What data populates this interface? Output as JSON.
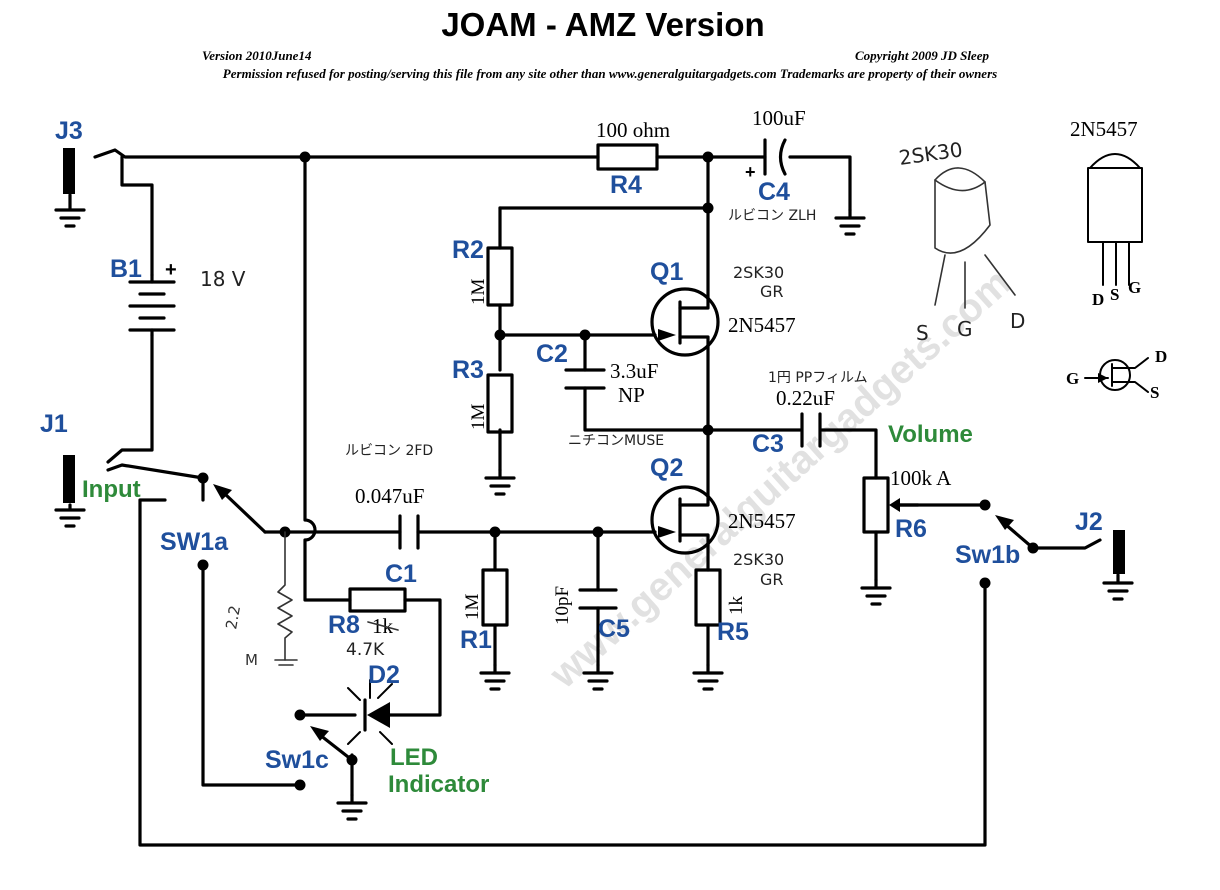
{
  "header": {
    "title": "JOAM  -  AMZ Version",
    "version": "Version 2010June14",
    "copyright": "Copyright 2009 JD Sleep",
    "permission": "Permission refused for posting/serving this file from any site other than www.generalguitargadgets.com Trademarks are property of their owners"
  },
  "watermark": "www.generalguitargadgets.com",
  "jacks": {
    "j1": "J1",
    "j2": "J2",
    "j3": "J3",
    "input": "Input"
  },
  "battery": {
    "label": "B1",
    "plus": "+",
    "hand_note": "18 V"
  },
  "switches": {
    "sw1a": "SW1a",
    "sw1b": "Sw1b",
    "sw1c": "Sw1c"
  },
  "resistors": {
    "r1": {
      "label": "R1",
      "value": "1M"
    },
    "r2": {
      "label": "R2",
      "value": "1M"
    },
    "r3": {
      "label": "R3",
      "value": "1M"
    },
    "r4": {
      "label": "R4",
      "value": "100 ohm"
    },
    "r5": {
      "label": "R5",
      "value": "1k"
    },
    "r6": {
      "label": "R6",
      "value": "100k A",
      "name": "Volume"
    },
    "r8": {
      "label": "R8",
      "value": "1k",
      "hand_note": "4.7K"
    }
  },
  "capacitors": {
    "c1": {
      "label": "C1",
      "value": "0.047uF",
      "hand_note": "ルビコン 2FD"
    },
    "c2": {
      "label": "C2",
      "value": "3.3uF",
      "value2": "NP",
      "hand_note": "ニチコンMUSE"
    },
    "c3": {
      "label": "C3",
      "value": "0.22uF",
      "hand_note": "1円 PPフィルム"
    },
    "c4": {
      "label": "C4",
      "value": "100uF",
      "plus": "+",
      "hand_note": "ルビコン ZLH"
    },
    "c5": {
      "label": "C5",
      "value": "10pF"
    }
  },
  "transistors": {
    "q1": {
      "label": "Q1",
      "part": "2N5457",
      "hand_note": "2SK30",
      "hand_note2": "GR"
    },
    "q2": {
      "label": "Q2",
      "part": "2N5457",
      "hand_note": "2SK30",
      "hand_note2": "GR"
    }
  },
  "led": {
    "label": "D2",
    "text1": "LED",
    "text2": "Indicator"
  },
  "pull_down": {
    "hand_note": "2.2",
    "hand_note2": "M"
  },
  "pinouts": {
    "sk30": {
      "title": "2SK30",
      "s": "S",
      "g": "G",
      "d": "D"
    },
    "n5457": {
      "title": "2N5457",
      "d": "D",
      "s": "S",
      "g": "G"
    },
    "symbol": {
      "g": "G",
      "d": "D",
      "s": "S"
    }
  },
  "colors": {
    "label_blue": "#1f4f9c",
    "label_green": "#2e8a3a",
    "ink": "#000000"
  }
}
